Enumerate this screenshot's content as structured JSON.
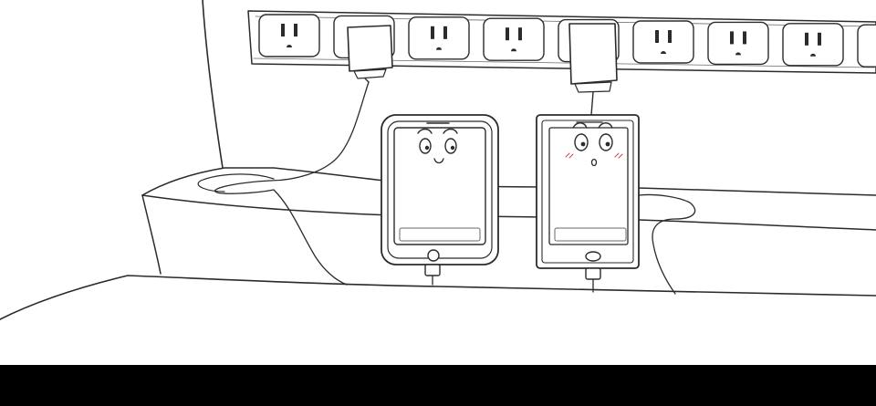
{
  "scene": {
    "description_icons": [
      "power-strip-icon",
      "tablet-icon",
      "phone-icon",
      "charger-icon"
    ],
    "colors": {
      "paper": "#ffffff",
      "ink": "#2b2b2b",
      "soft_ink": "#6a6a6a",
      "blush": "#c44a4a",
      "letterbox": "#000000"
    },
    "power_strip": {
      "outlet_count": 9,
      "plugged_outlets": [
        2,
        5
      ]
    }
  }
}
